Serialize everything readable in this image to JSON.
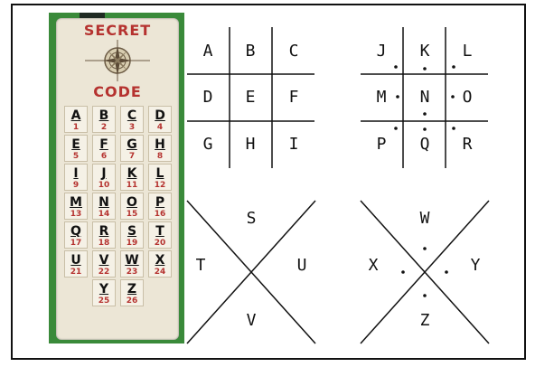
{
  "card": {
    "title_top": "SECRET",
    "title_bottom": "CODE",
    "colors": {
      "card": "#ece6d6",
      "accent": "#b5322f",
      "background": "#3a8a3a"
    },
    "cells": [
      {
        "letter": "A",
        "number": "1"
      },
      {
        "letter": "B",
        "number": "2"
      },
      {
        "letter": "C",
        "number": "3"
      },
      {
        "letter": "D",
        "number": "4"
      },
      {
        "letter": "E",
        "number": "5"
      },
      {
        "letter": "F",
        "number": "6"
      },
      {
        "letter": "G",
        "number": "7"
      },
      {
        "letter": "H",
        "number": "8"
      },
      {
        "letter": "I",
        "number": "9"
      },
      {
        "letter": "J",
        "number": "10"
      },
      {
        "letter": "K",
        "number": "11"
      },
      {
        "letter": "L",
        "number": "12"
      },
      {
        "letter": "M",
        "number": "13"
      },
      {
        "letter": "N",
        "number": "14"
      },
      {
        "letter": "O",
        "number": "15"
      },
      {
        "letter": "P",
        "number": "16"
      },
      {
        "letter": "Q",
        "number": "17"
      },
      {
        "letter": "R",
        "number": "18"
      },
      {
        "letter": "S",
        "number": "19"
      },
      {
        "letter": "T",
        "number": "20"
      },
      {
        "letter": "U",
        "number": "21"
      },
      {
        "letter": "V",
        "number": "22"
      },
      {
        "letter": "W",
        "number": "23"
      },
      {
        "letter": "X",
        "number": "24"
      },
      {
        "letter": "Y",
        "number": "25"
      },
      {
        "letter": "Z",
        "number": "26"
      }
    ]
  },
  "pigpen": {
    "grid_plain": [
      "A",
      "B",
      "C",
      "D",
      "E",
      "F",
      "G",
      "H",
      "I"
    ],
    "grid_dotted": [
      "J",
      "K",
      "L",
      "M",
      "N",
      "O",
      "P",
      "Q",
      "R"
    ],
    "x_plain": [
      "S",
      "T",
      "U",
      "V"
    ],
    "x_dotted": [
      "W",
      "X",
      "Y",
      "Z"
    ]
  }
}
